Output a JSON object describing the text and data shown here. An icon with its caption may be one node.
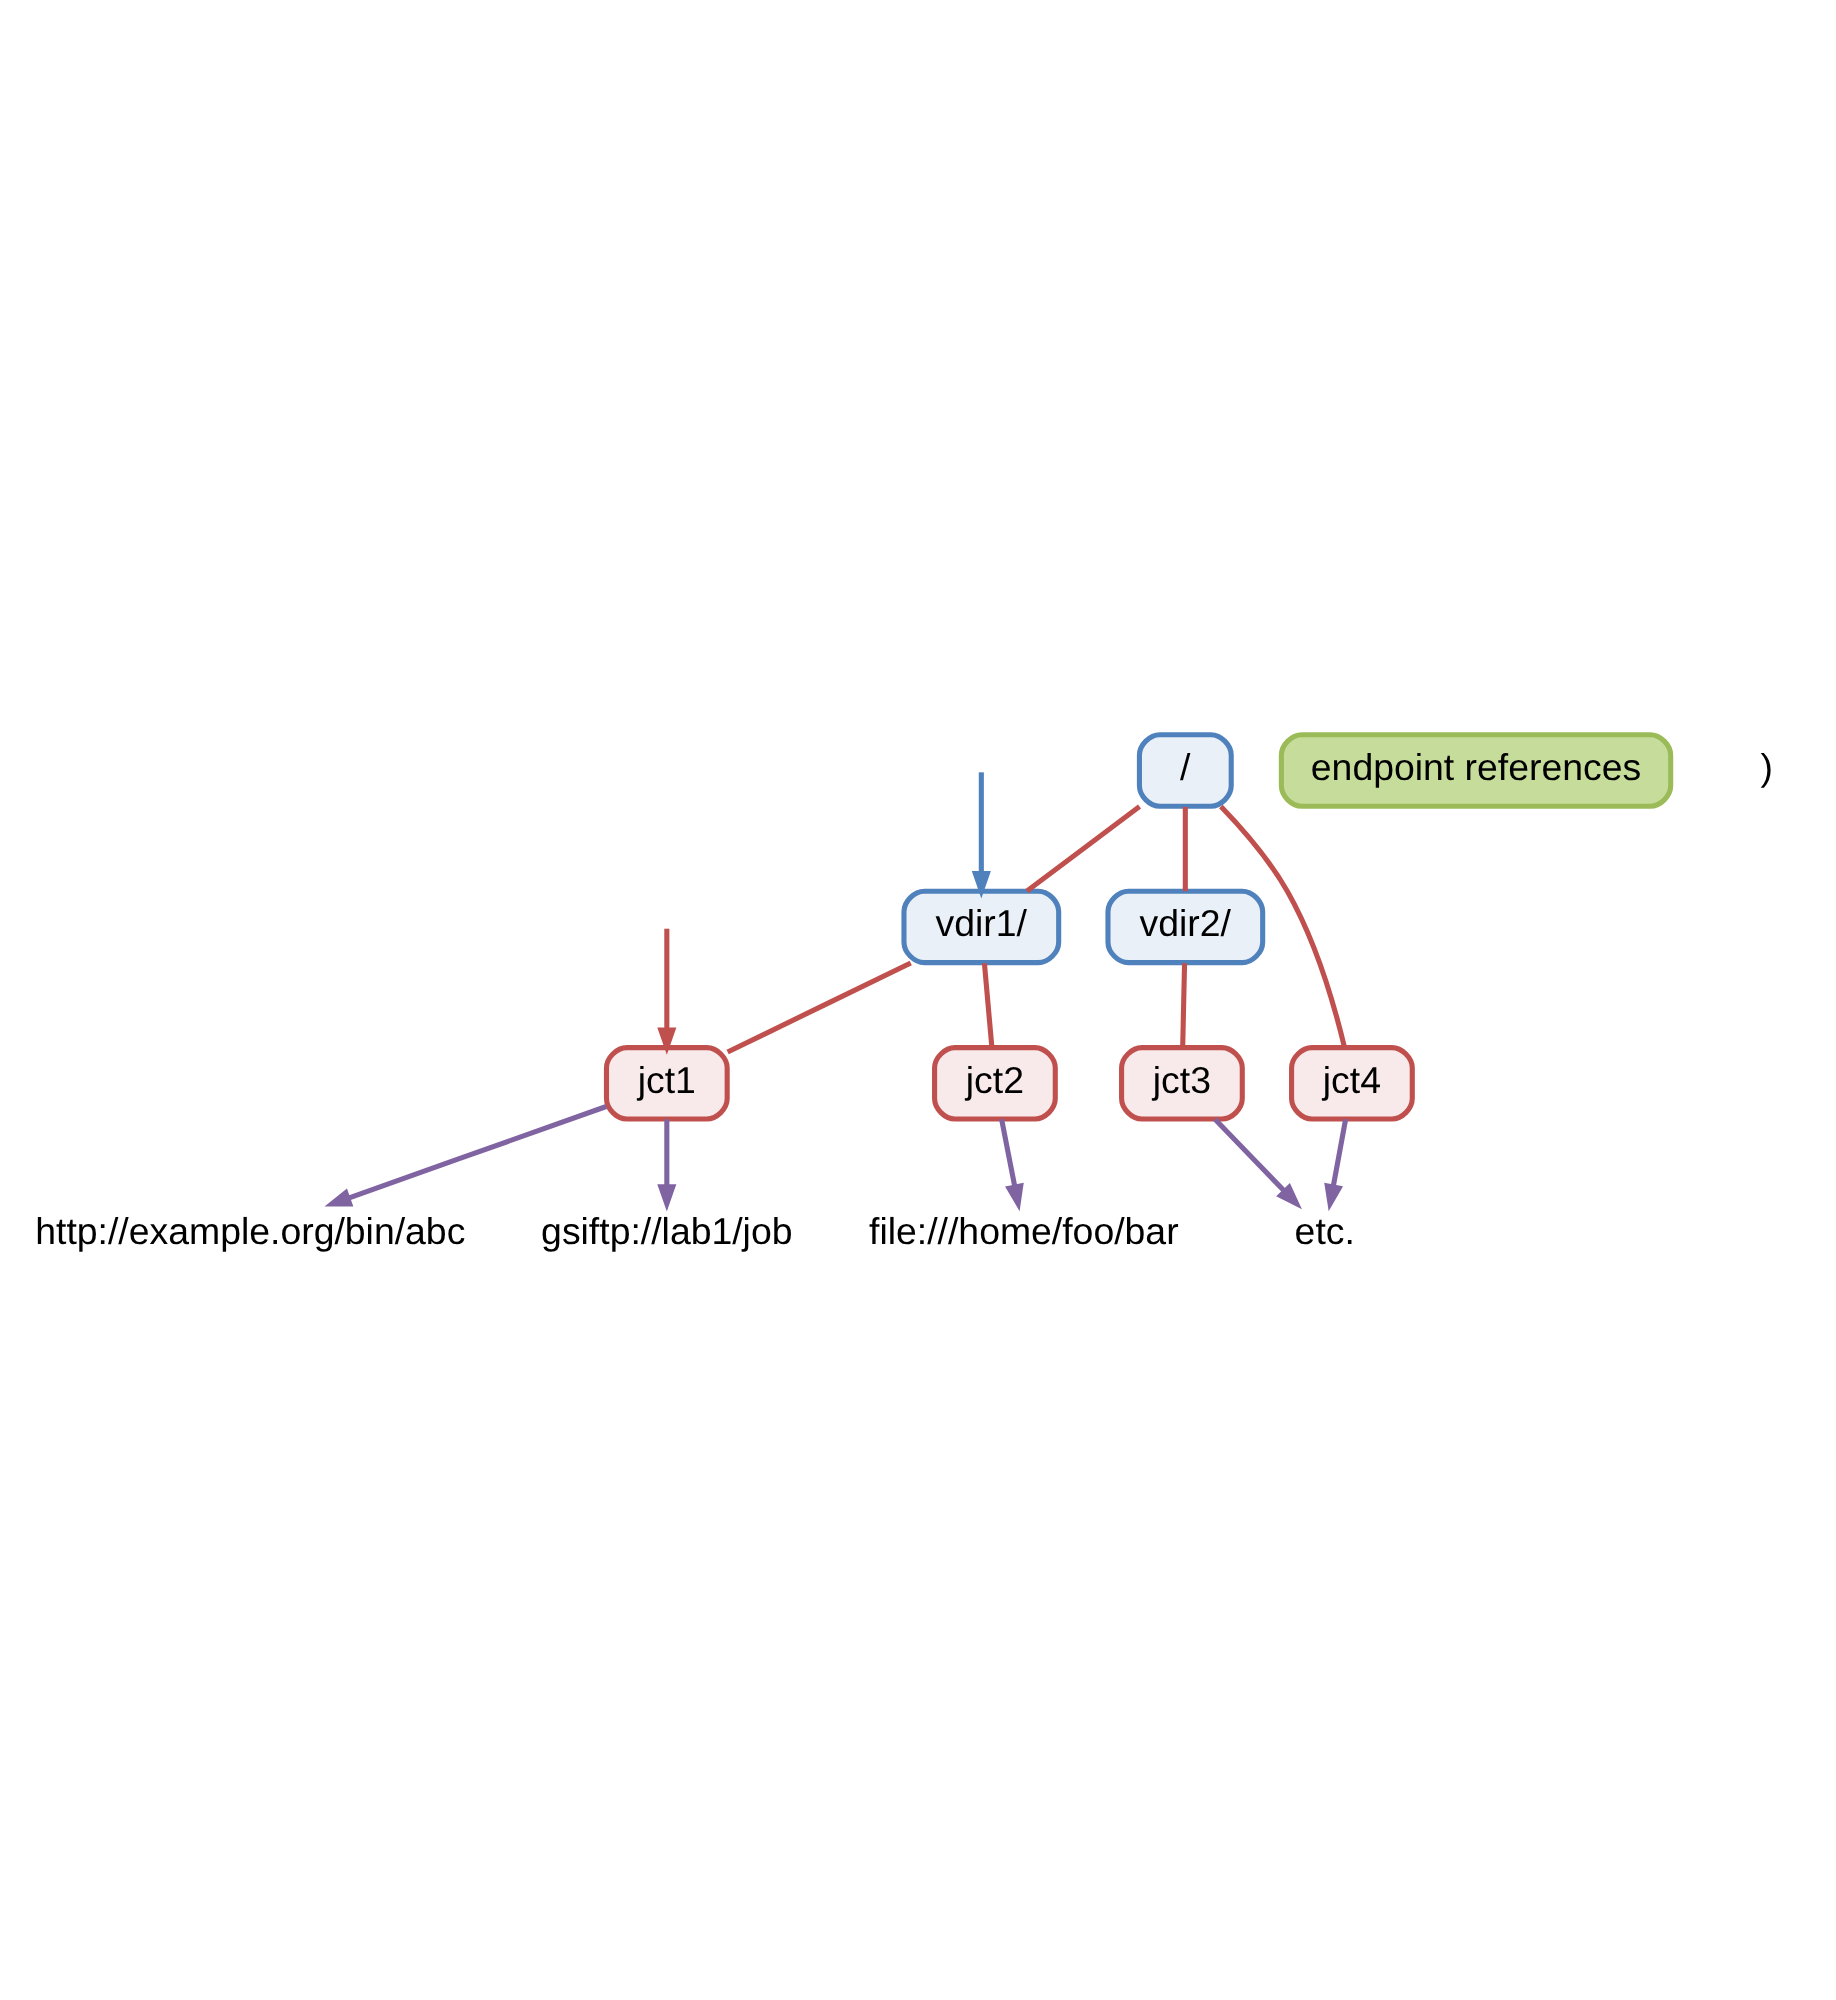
{
  "diagram": {
    "nodes": [
      {
        "text": [
          "/"
        ]
      },
      {
        "text": [
          "vdir1/"
        ]
      },
      {
        "text": [
          "vdir2/"
        ]
      },
      {
        "text": [
          "jct4"
        ]
      },
      {
        "text": [
          "jct1"
        ]
      },
      {
        "text": [
          "jct2"
        ]
      },
      {
        "text": [
          "jct3"
        ]
      },
      {
        "text": [
          "endpoint references"
        ]
      },
      {
        "text": [
          "etc."
        ]
      },
      {
        "text": [
          "file:///home/foo/bar"
        ]
      },
      {
        "text": [
          "gsiftp://lab1/job"
        ]
      },
      {
        "text": [
          "http://example.org/bin/abc"
        ]
      }
    ],
    "edges": [
      {
        "from": 0,
        "to": 1,
        "arrow": "none"
      },
      {
        "from": 0,
        "to": 2,
        "arrow": "none"
      },
      {
        "from": 0,
        "to": 3,
        "arrow": "none"
      },
      {
        "from": 1,
        "to": 4,
        "arrow": "none"
      },
      {
        "from": 1,
        "to": 5,
        "arrow": "none"
      },
      {
        "from": 2,
        "to": 6,
        "arrow": "none"
      },
      {
        "from": null,
        "to": 1,
        "arrow": "to",
        "color": "#4f81bd"
      },
      {
        "from": null,
        "to": 4,
        "arrow": "to"
      },
      {
        "from": 4,
        "to": 11,
        "arrow": "to",
        "color": "#8064a2"
      },
      {
        "from": 4,
        "to": 10,
        "arrow": "to",
        "color": "#8064a2"
      },
      {
        "from": 5,
        "to": 9,
        "arrow": "to",
        "color": "#8064a2"
      },
      {
        "from": 6,
        "to": 8,
        "arrow": "to",
        "color": "#8064a2"
      },
      {
        "from": 3,
        "to": 8,
        "arrow": "to",
        "color": "#8064a2"
      }
    ],
    "labels": [
      ")"
    ]
  }
}
